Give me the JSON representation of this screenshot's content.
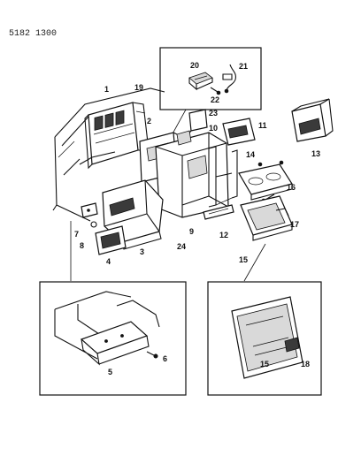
{
  "doc_number": "5182 1300",
  "callouts": {
    "c1": "1",
    "c2": "2",
    "c3": "3",
    "c4": "4",
    "c5": "5",
    "c6": "6",
    "c7": "7",
    "c8": "8",
    "c9": "9",
    "c10": "10",
    "c11": "11",
    "c12": "12",
    "c13": "13",
    "c14": "14",
    "c15": "15",
    "c15b": "15",
    "c16": "16",
    "c17": "17",
    "c18": "18",
    "c19": "19",
    "c20": "20",
    "c21": "21",
    "c22": "22",
    "c23": "23",
    "c24": "24"
  }
}
